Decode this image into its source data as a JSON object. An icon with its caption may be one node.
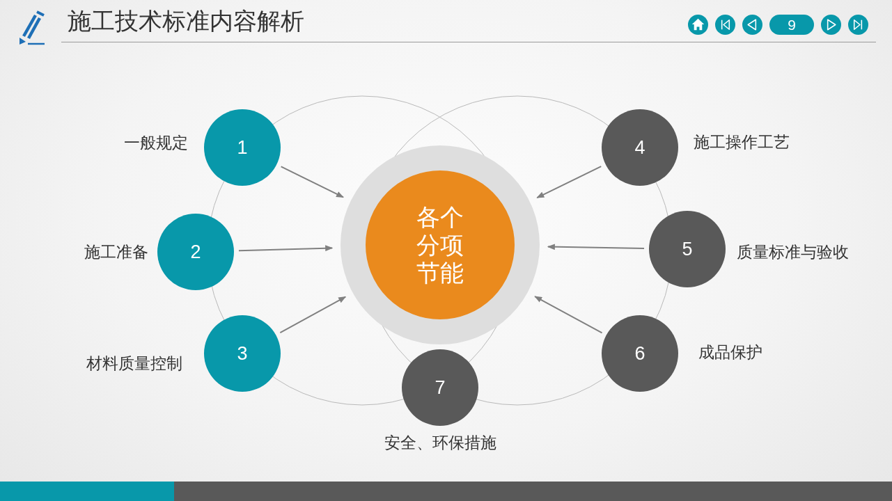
{
  "diagram": {
    "title": "施工技术标准内容解析",
    "nodes": [
      {
        "text": [
          "各个分项节能"
        ]
      },
      {
        "text": [
          "1"
        ],
        "beside": [
          "一般规定"
        ]
      },
      {
        "text": [
          "2"
        ],
        "beside": [
          "施工准备"
        ]
      },
      {
        "text": [
          "3"
        ],
        "beside": [
          "材料质量控制"
        ]
      },
      {
        "text": [
          "4"
        ],
        "beside": [
          "施工操作工艺"
        ]
      },
      {
        "text": [
          "5"
        ],
        "beside": [
          "质量标准与验收"
        ]
      },
      {
        "text": [
          "6"
        ],
        "beside": [
          "成品保护"
        ]
      },
      {
        "text": [
          "7"
        ],
        "beside": [
          "安全、环保措施"
        ]
      }
    ],
    "edges": [
      {
        "from": 1,
        "to": 0,
        "arrow": "to"
      },
      {
        "from": 2,
        "to": 0,
        "arrow": "to"
      },
      {
        "from": 3,
        "to": 0,
        "arrow": "to"
      },
      {
        "from": 4,
        "to": 0,
        "arrow": "to"
      },
      {
        "from": 5,
        "to": 0,
        "arrow": "to"
      },
      {
        "from": 6,
        "to": 0,
        "arrow": "to"
      }
    ],
    "labels": [
      "9"
    ]
  }
}
